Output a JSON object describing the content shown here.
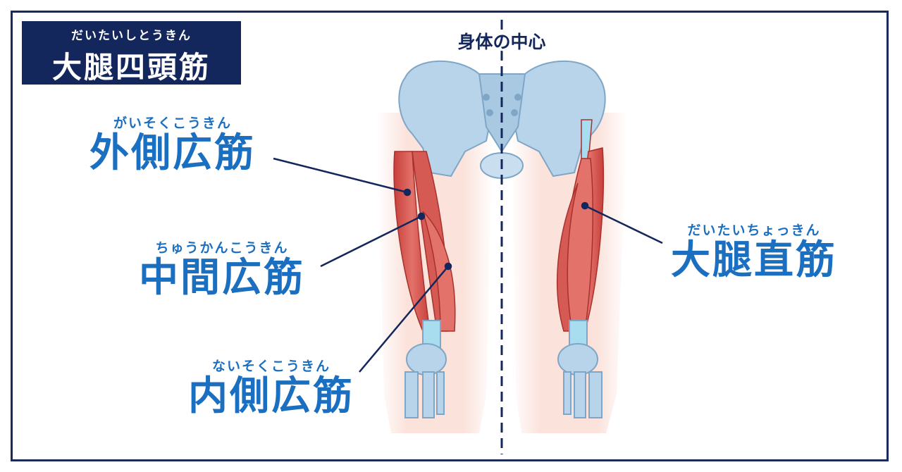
{
  "title": {
    "ruby": "だいたいしとうきん",
    "main": "大腿四頭筋"
  },
  "center_label": "身体の中心",
  "muscles": [
    {
      "ruby": "がいそくこうきん",
      "name": "外側広筋"
    },
    {
      "ruby": "ちゅうかんこうきん",
      "name": "中間広筋"
    },
    {
      "ruby": "ないそくこうきん",
      "name": "内側広筋"
    },
    {
      "ruby": "だいたいちょっきん",
      "name": "大腿直筋"
    }
  ],
  "colors": {
    "navy": "#14275c",
    "label_blue": "#1b6fc0",
    "muscle": "#d9534f",
    "bone": "#b8d4ea",
    "skin": "#fbe3dc"
  }
}
